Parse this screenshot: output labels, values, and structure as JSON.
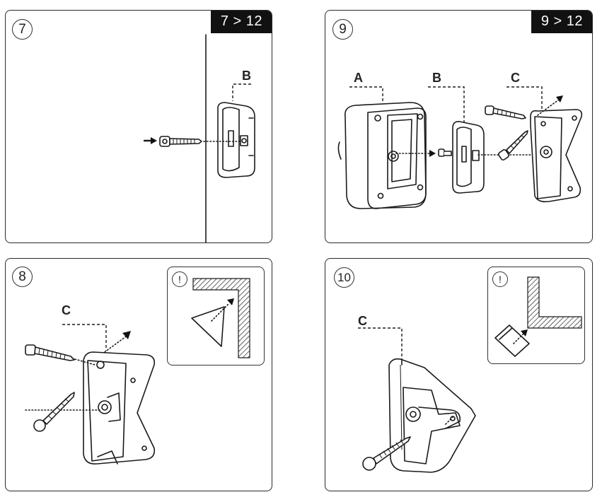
{
  "panels": {
    "p7": {
      "step": "7",
      "range": "7 > 12",
      "label_b": "B"
    },
    "p9": {
      "step": "9",
      "range": "9 > 12",
      "label_a": "A",
      "label_b": "B",
      "label_c": "C"
    },
    "p8": {
      "step": "8",
      "label_c": "C",
      "warning": "!"
    },
    "p10": {
      "step": "10",
      "label_c": "C",
      "warning": "!"
    }
  },
  "icons": [
    "arrow-icon",
    "screw-icon",
    "bracket-icon",
    "camera-housing-icon",
    "warning-icon"
  ]
}
